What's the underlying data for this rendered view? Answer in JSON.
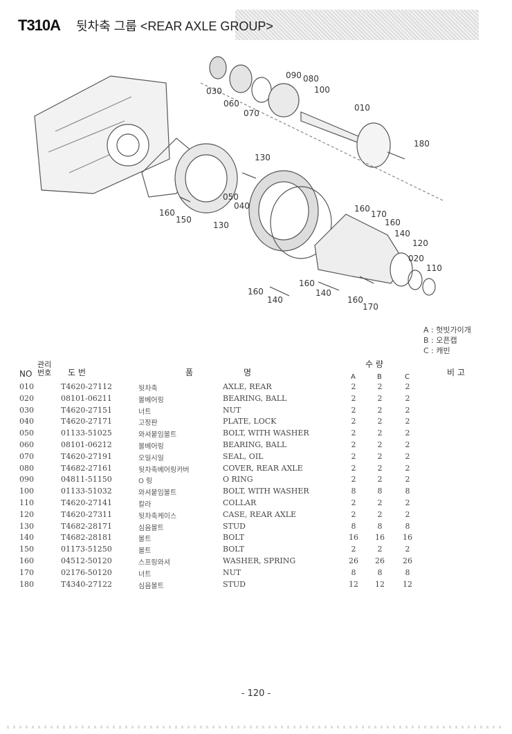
{
  "header": {
    "code": "T310A",
    "title": "뒷차축 그룹 <REAR AXLE GROUP>"
  },
  "figure": {
    "callouts": [
      "030",
      "060",
      "070",
      "090",
      "080",
      "100",
      "010",
      "180",
      "130",
      "050",
      "040",
      "160",
      "150",
      "130",
      "160",
      "170",
      "160",
      "140",
      "120",
      "020",
      "110",
      "160",
      "140",
      "140",
      "160",
      "160",
      "170"
    ]
  },
  "legend": {
    "a": "A : 헛빗가이개",
    "b": "B : 오픈캡",
    "c": "C : 캐빈"
  },
  "table": {
    "headers": {
      "no": "NO",
      "mgmt": "관리\n번호",
      "drawing": "도    번",
      "part_name": "품",
      "name_suffix": "명",
      "qty": "수    량",
      "a": "A",
      "b": "B",
      "c": "C",
      "remarks": "비 고"
    },
    "rows": [
      {
        "no": "010",
        "part": "T4620-27112",
        "kr": "뒷차축",
        "en": "AXLE, REAR",
        "a": "2",
        "b": "2",
        "c": "2"
      },
      {
        "no": "020",
        "part": "08101-06211",
        "kr": "볼베어링",
        "en": "BEARING, BALL",
        "a": "2",
        "b": "2",
        "c": "2"
      },
      {
        "no": "030",
        "part": "T4620-27151",
        "kr": "너트",
        "en": "NUT",
        "a": "2",
        "b": "2",
        "c": "2"
      },
      {
        "no": "040",
        "part": "T4620-27171",
        "kr": "고정판",
        "en": "PLATE, LOCK",
        "a": "2",
        "b": "2",
        "c": "2"
      },
      {
        "no": "050",
        "part": "01133-51025",
        "kr": "와셔붙임볼트",
        "en": "BOLT, WITH WASHER",
        "a": "2",
        "b": "2",
        "c": "2"
      },
      {
        "no": "060",
        "part": "08101-06212",
        "kr": "볼베어링",
        "en": "BEARING, BALL",
        "a": "2",
        "b": "2",
        "c": "2"
      },
      {
        "no": "070",
        "part": "T4620-27191",
        "kr": "오일시일",
        "en": "SEAL, OIL",
        "a": "2",
        "b": "2",
        "c": "2"
      },
      {
        "no": "080",
        "part": "T4682-27161",
        "kr": "뒷차축베어링카버",
        "en": "COVER, REAR AXLE",
        "a": "2",
        "b": "2",
        "c": "2"
      },
      {
        "no": "090",
        "part": "04811-51150",
        "kr": "O 링",
        "en": "O RING",
        "a": "2",
        "b": "2",
        "c": "2"
      },
      {
        "no": "100",
        "part": "01133-51032",
        "kr": "와셔붙임볼트",
        "en": "BOLT, WITH WASHER",
        "a": "8",
        "b": "8",
        "c": "8"
      },
      {
        "no": "110",
        "part": "T4620-27141",
        "kr": "칼라",
        "en": "COLLAR",
        "a": "2",
        "b": "2",
        "c": "2"
      },
      {
        "no": "120",
        "part": "T4620-27311",
        "kr": "뒷차축케이스",
        "en": "CASE, REAR AXLE",
        "a": "2",
        "b": "2",
        "c": "2"
      },
      {
        "no": "130",
        "part": "T4682-28171",
        "kr": "심음볼트",
        "en": "STUD",
        "a": "8",
        "b": "8",
        "c": "8"
      },
      {
        "no": "140",
        "part": "T4682-28181",
        "kr": "볼트",
        "en": "BOLT",
        "a": "16",
        "b": "16",
        "c": "16"
      },
      {
        "no": "150",
        "part": "01173-51250",
        "kr": "볼트",
        "en": "BOLT",
        "a": "2",
        "b": "2",
        "c": "2"
      },
      {
        "no": "160",
        "part": "04512-50120",
        "kr": "스프링와셔",
        "en": "WASHER, SPRING",
        "a": "26",
        "b": "26",
        "c": "26"
      },
      {
        "no": "170",
        "part": "02176-50120",
        "kr": "너트",
        "en": "NUT",
        "a": "8",
        "b": "8",
        "c": "8"
      },
      {
        "no": "180",
        "part": "T4340-27122",
        "kr": "심음볼트",
        "en": "STUD",
        "a": "12",
        "b": "12",
        "c": "12"
      }
    ]
  },
  "footer": {
    "page": "- 120 -"
  }
}
